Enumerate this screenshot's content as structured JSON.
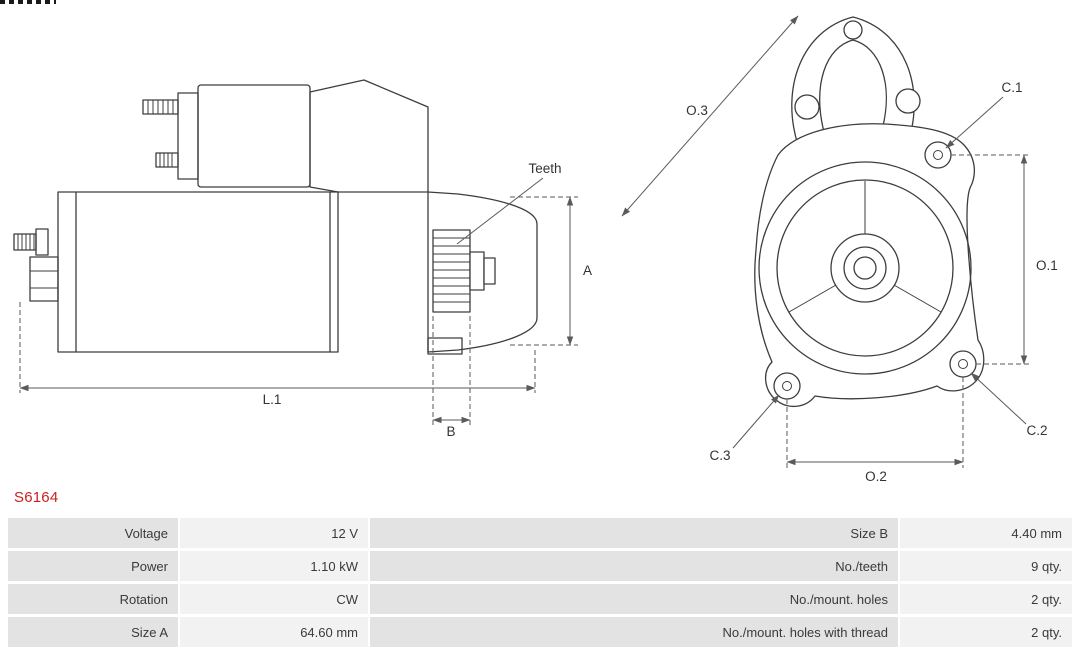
{
  "part": {
    "number": "S6164",
    "accent_color": "#cc1f1f"
  },
  "diagram": {
    "side_view": {
      "labels": {
        "teeth": "Teeth",
        "a": "A",
        "l1": "L.1",
        "b": "B"
      }
    },
    "front_view": {
      "labels": {
        "o1": "O.1",
        "o2": "O.2",
        "o3": "O.3",
        "c1": "C.1",
        "c2": "C.2",
        "c3": "C.3"
      }
    }
  },
  "table": {
    "rows": [
      {
        "label_left": "Voltage",
        "value_left": "12 V",
        "label_right": "Size B",
        "value_right": "4.40 mm"
      },
      {
        "label_left": "Power",
        "value_left": "1.10 kW",
        "label_right": "No./teeth",
        "value_right": "9 qty."
      },
      {
        "label_left": "Rotation",
        "value_left": "CW",
        "label_right": "No./mount. holes",
        "value_right": "2 qty."
      },
      {
        "label_left": "Size A",
        "value_left": "64.60 mm",
        "label_right": "No./mount. holes with thread",
        "value_right": "2 qty."
      }
    ]
  }
}
